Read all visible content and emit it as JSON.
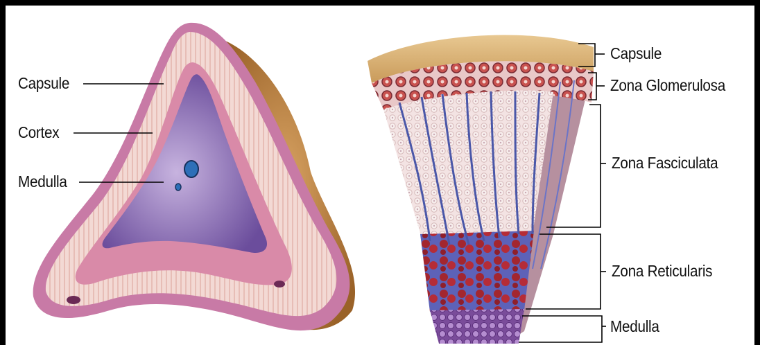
{
  "left_labels": {
    "capsule": "Capsule",
    "cortex": "Cortex",
    "medulla": "Medulla"
  },
  "right_labels": {
    "capsule": "Capsule",
    "zona_glomerulosa": "Zona Glomerulosa",
    "zona_fasciculata": "Zona Fasciculata",
    "zona_reticularis": "Zona Reticularis",
    "medulla": "Medulla"
  }
}
